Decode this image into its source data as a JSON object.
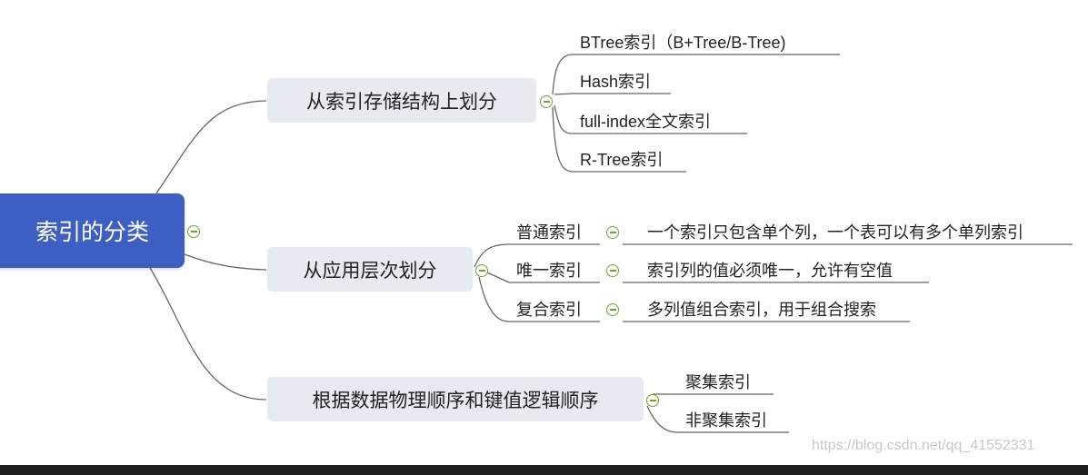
{
  "mindmap": {
    "root": "索引的分类",
    "branches": [
      {
        "label": "从索引存储结构上划分",
        "children": [
          "BTree索引（B+Tree/B-Tree)",
          "Hash索引",
          "full-index全文索引",
          "R-Tree索引"
        ]
      },
      {
        "label": "从应用层次划分",
        "children": [
          {
            "label": "普通索引",
            "detail": "一个索引只包含单个列，一个表可以有多个单列索引"
          },
          {
            "label": "唯一索引",
            "detail": "索引列的值必须唯一，允许有空值"
          },
          {
            "label": "复合索引",
            "detail": "多列值组合索引，用于组合搜索"
          }
        ]
      },
      {
        "label": "根据数据物理顺序和键值逻辑顺序",
        "children": [
          "聚集索引",
          "非聚集索引"
        ]
      }
    ]
  },
  "watermark": "https://blog.csdn.net/qq_41552331",
  "colors": {
    "root_bg": "#3d5fc4",
    "branch_bg": "#e8eaf1",
    "connector": "#666666",
    "toggle": "#6aa631"
  }
}
